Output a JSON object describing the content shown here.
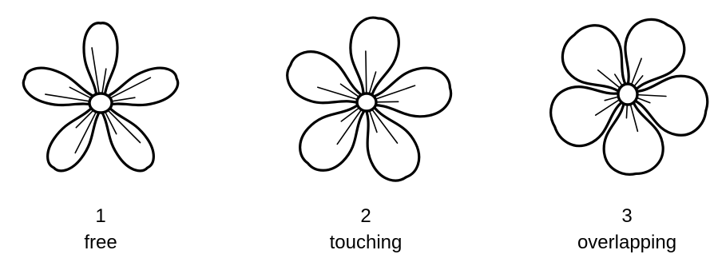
{
  "diagram": {
    "stroke_color": "#000000",
    "background_color": "#ffffff",
    "flowers": [
      {
        "number": "1",
        "label": "free",
        "petal_arrangement": "free"
      },
      {
        "number": "2",
        "label": "touching",
        "petal_arrangement": "touching"
      },
      {
        "number": "3",
        "label": "overlapping",
        "petal_arrangement": "overlapping"
      }
    ]
  }
}
